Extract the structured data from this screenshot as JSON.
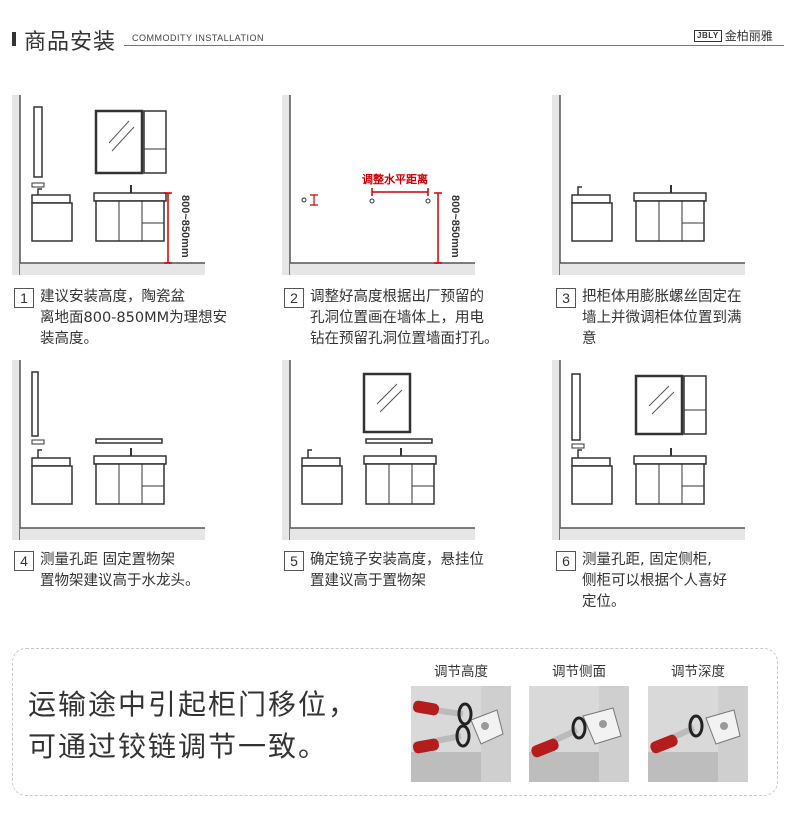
{
  "header": {
    "title": "商品安装",
    "subtitle": "COMMODITY INSTALLATION",
    "brand_box": "JBLY",
    "brand_name": "金柏丽雅"
  },
  "diagrams": {
    "height_label": "800~850mm",
    "adjust_label": "调整水平距离"
  },
  "steps": [
    {
      "num": "1",
      "lines": [
        "建议安装高度，陶瓷盆",
        "离地面800-850MM为理想安",
        "装高度。"
      ]
    },
    {
      "num": "2",
      "lines": [
        "调整好高度根据出厂预留的",
        "孔洞位置画在墙体上，用电",
        "钻在预留孔洞位置墙面打孔。"
      ]
    },
    {
      "num": "3",
      "lines": [
        "把柜体用膨胀螺丝固定在",
        "墙上并微调柜体位置到满",
        "意"
      ]
    },
    {
      "num": "4",
      "lines": [
        "测量孔距 固定置物架",
        "置物架建议高于水龙头。"
      ]
    },
    {
      "num": "5",
      "lines": [
        "确定镜子安装高度，悬挂位",
        "置建议高于置物架"
      ]
    },
    {
      "num": "6",
      "lines": [
        "测量孔距, 固定侧柜,",
        "侧柜可以根据个人喜好",
        "定位。"
      ]
    }
  ],
  "bottom": {
    "line1": "运输途中引起柜门移位，",
    "line2": "可通过铰链调节一致。",
    "adjust": [
      {
        "label": "调节高度"
      },
      {
        "label": "调节侧面"
      },
      {
        "label": "调节深度"
      }
    ]
  }
}
